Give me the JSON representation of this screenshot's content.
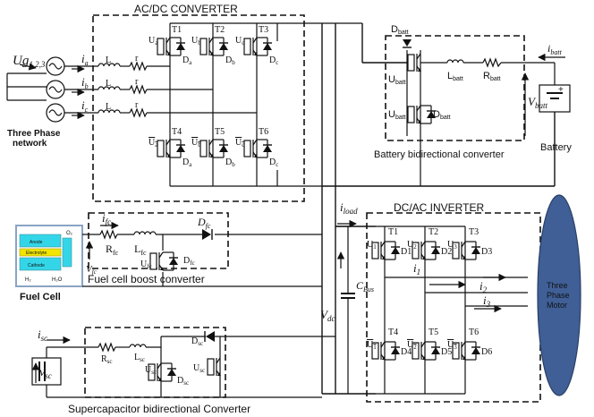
{
  "blocks": {
    "acdc_title": "AC/DC CONVERTER",
    "dcac_title": "DC/AC INVERTER",
    "battery_converter": "Battery bidirectional converter",
    "battery": "Battery",
    "fuel_cell_boost": "Fuel cell boost converter",
    "supercap_converter": "Supercapacitor bidirectional Converter",
    "fuel_cell": "Fuel Cell",
    "three_phase_network_line1": "Three Phase",
    "three_phase_network_line2": "network",
    "motor_line1": "Three",
    "motor_line2": "Phase",
    "motor_line3": "Motor"
  },
  "grid": {
    "source": "Ug",
    "source_sub": "1,2,3"
  },
  "acdc": {
    "currents": [
      "i",
      "i",
      "i"
    ],
    "current_subs": [
      "a",
      "b",
      "c"
    ],
    "inductor": "L",
    "resistor": "r",
    "switches": [
      "T1",
      "T2",
      "T3",
      "T4",
      "T5",
      "T6"
    ],
    "diodes": [
      "D",
      "D",
      "D",
      "D",
      "D",
      "D"
    ],
    "diode_subs": [
      "a",
      "b",
      "c",
      "a",
      "b",
      "c"
    ],
    "gates": [
      "U",
      "U",
      "U",
      "U",
      "U",
      "U"
    ],
    "gate_subs": [
      "a",
      "b",
      "c",
      "a",
      "b",
      "c"
    ]
  },
  "battery_conv": {
    "d_top": "D",
    "d_top_sub": "batt",
    "u_top": "U",
    "u_top_sub": "batt",
    "u_bot": "U",
    "u_bot_sub": "batt",
    "d_bot": "D",
    "d_bot_sub": "batt",
    "inductor": "L",
    "inductor_sub": "batt",
    "resistor": "R",
    "resistor_sub": "batt",
    "current": "i",
    "current_sub": "batt",
    "voltage": "V",
    "voltage_sub": "batt"
  },
  "fuelcell_conv": {
    "current": "i",
    "current_sub": "fc",
    "resistor": "R",
    "resistor_sub": "fc",
    "inductor": "L",
    "inductor_sub": "fc",
    "diode": "D",
    "diode_sub": "fc",
    "switch": "U",
    "switch_sub": "fc",
    "switch_diode": "D",
    "switch_diode_sub": "fc",
    "voltage": "V",
    "voltage_sub": "fc",
    "layers": [
      "Anode",
      "Electrolyte",
      "Cathode"
    ],
    "inlet_left": "H₂",
    "inlet_right": "O₂",
    "outlet": "H₂O"
  },
  "supercap_conv": {
    "current": "i",
    "current_sub": "sc",
    "voltage": "v",
    "voltage_sub": "sc",
    "resistor": "R",
    "resistor_sub": "sc",
    "inductor": "L",
    "inductor_sub": "sc",
    "d_top": "D",
    "d_top_sub": "sc",
    "u_left": "U",
    "u_left_sub": "sc",
    "d_bot": "D",
    "d_bot_sub": "sc",
    "u_right": "U",
    "u_right_sub": "sc"
  },
  "dc_bus": {
    "load_current": "i",
    "load_current_sub": "load",
    "voltage": "V",
    "voltage_sub": "dc",
    "capacitor": "C",
    "capacitor_sub": "Bus"
  },
  "inverter": {
    "switches": [
      "T1",
      "T2",
      "T3",
      "T4",
      "T5",
      "T6"
    ],
    "diodes": [
      "D1",
      "D2",
      "D3",
      "D4",
      "D5",
      "D6"
    ],
    "gates": [
      "U",
      "U",
      "U",
      "U",
      "U",
      "U"
    ],
    "gate_subs": [
      "1",
      "2",
      "3",
      "1",
      "2",
      "3"
    ],
    "currents": [
      "i",
      "i",
      "i"
    ],
    "current_subs": [
      "1",
      "2",
      "3"
    ]
  },
  "colors": {
    "motor_fill": "#3f5f96",
    "fc_cyan": "#33d6e8",
    "fc_yellow": "#f2e600",
    "fc_frame": "#8aa4c4"
  }
}
